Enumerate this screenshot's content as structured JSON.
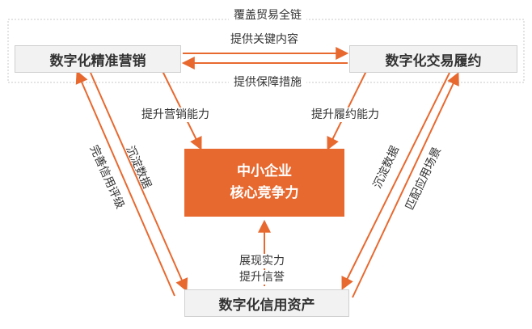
{
  "nodes": {
    "marketing": "数字化精准营销",
    "trade": "数字化交易履约",
    "credit": "数字化信用资产",
    "core_line1": "中小企业",
    "core_line2": "核心竞争力"
  },
  "labels": {
    "cover": "覆盖贸易全链",
    "provide_content": "提供关键内容",
    "provide_security": "提供保障措施",
    "boost_marketing": "提升营销能力",
    "boost_fulfillment": "提升履约能力",
    "show_strength": "展现实力",
    "boost_reputation": "提升信誉",
    "left_outer": "完善信用评级",
    "left_inner": "沉淀数据",
    "right_inner": "沉淀数据",
    "right_outer": "匹配应用场景"
  },
  "colors": {
    "accent": "#e8692f",
    "box_fill": "#f2f2f2",
    "dashed": "#c8c8c8"
  }
}
